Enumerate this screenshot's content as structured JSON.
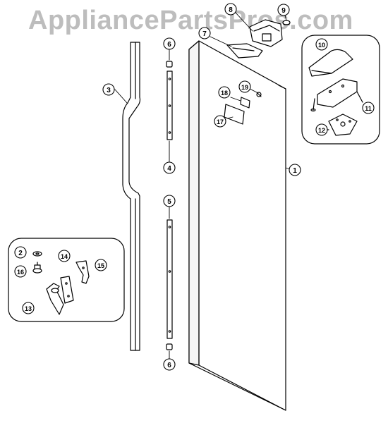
{
  "watermark": "AppliancePartsPros.com",
  "callouts": {
    "c1": "1",
    "c2": "2",
    "c3": "3",
    "c4": "4",
    "c5": "5",
    "c6a": "6",
    "c6b": "6",
    "c7": "7",
    "c8": "8",
    "c9": "9",
    "c10": "10",
    "c11": "11",
    "c12": "12",
    "c13": "13",
    "c14": "14",
    "c15": "15",
    "c16": "16",
    "c17": "17",
    "c18": "18",
    "c19": "19"
  }
}
